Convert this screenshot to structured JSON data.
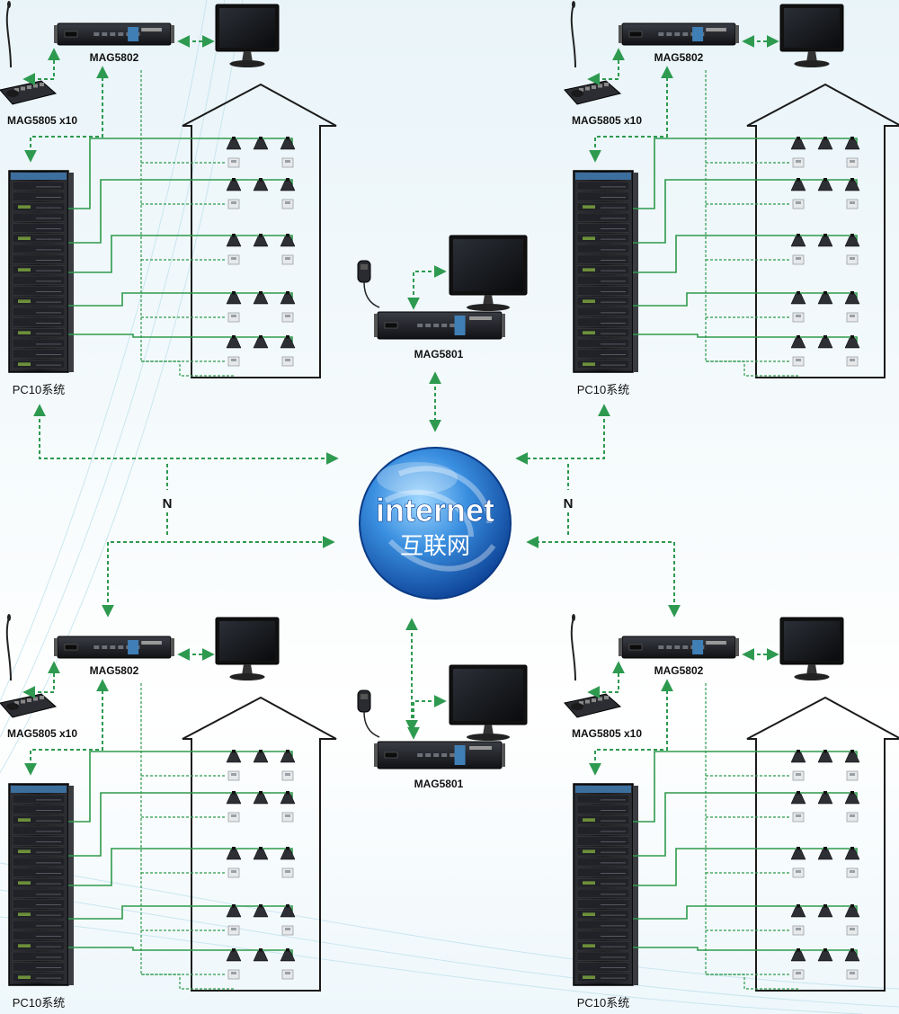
{
  "colors": {
    "wire_green": "#2f9a4c",
    "link_green": "#2e9a50",
    "globe_dark": "#0d4fa8",
    "globe_light": "#5fb6f2",
    "device_dark": "#1b1d22",
    "building_line": "#1a1a1a"
  },
  "icons": [
    "microphone-icon",
    "paging-console-icon",
    "amplifier-icon",
    "monitor-icon",
    "rack-cabinet-icon",
    "speaker-icon",
    "terminal-box-icon",
    "globe-icon",
    "house-outline-icon",
    "arrow-icon"
  ],
  "globe": {
    "title": "internet",
    "subtitle": "互联网"
  },
  "n_labels": [
    "N",
    "N"
  ],
  "sites": [
    {
      "id": "top-left",
      "server_label": "MAG5802",
      "console_label": "MAG5805 x10",
      "rack_label": "PC10系统"
    },
    {
      "id": "top-right",
      "server_label": "MAG5802",
      "console_label": "MAG5805 x10",
      "rack_label": "PC10系统"
    },
    {
      "id": "bottom-left",
      "server_label": "MAG5802",
      "console_label": "MAG5805 x10",
      "rack_label": "PC10系统"
    },
    {
      "id": "bottom-right",
      "server_label": "MAG5802",
      "console_label": "MAG5805 x10",
      "rack_label": "PC10系统"
    }
  ],
  "centers": [
    {
      "id": "center-top",
      "label": "MAG5801"
    },
    {
      "id": "center-bottom",
      "label": "MAG5801"
    }
  ]
}
